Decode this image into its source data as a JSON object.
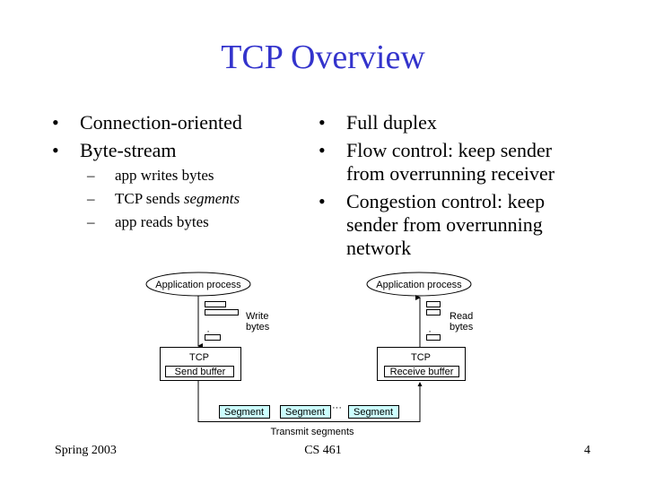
{
  "slide": {
    "title": "TCP Overview",
    "left_bullets": [
      {
        "text": "Connection-oriented"
      },
      {
        "text": "Byte-stream"
      }
    ],
    "sub_bullets": [
      {
        "prefix": "app writes bytes",
        "emph": ""
      },
      {
        "prefix": "TCP sends ",
        "emph": "segments"
      },
      {
        "prefix": "app reads bytes",
        "emph": ""
      }
    ],
    "right_bullets": [
      {
        "line1": "Full duplex",
        "line2": "",
        "line3": ""
      },
      {
        "line1": "Flow control: keep sender",
        "line2": "from overrunning receiver",
        "line3": ""
      },
      {
        "line1": "Congestion control: keep",
        "line2": "sender from overrunning",
        "line3": "network"
      }
    ],
    "bullet_glyph": "•",
    "dash_glyph": "–"
  },
  "diagram": {
    "sender": {
      "app_label": "Application process",
      "action_line1": "Write",
      "action_line2": "bytes",
      "tcp_label": "TCP",
      "buffer_label": "Send buffer"
    },
    "receiver": {
      "app_label": "Application process",
      "action_line1": "Read",
      "action_line2": "bytes",
      "tcp_label": "TCP",
      "buffer_label": "Receive buffer"
    },
    "segments": [
      "Segment",
      "Segment",
      "Segment"
    ],
    "ellipsis": "···",
    "link_label": "Transmit segments",
    "segment_fill": "#ccffff"
  },
  "footer": {
    "left": "Spring 2003",
    "center": "CS 461",
    "page": "4"
  },
  "colors": {
    "title": "#3333cc"
  }
}
